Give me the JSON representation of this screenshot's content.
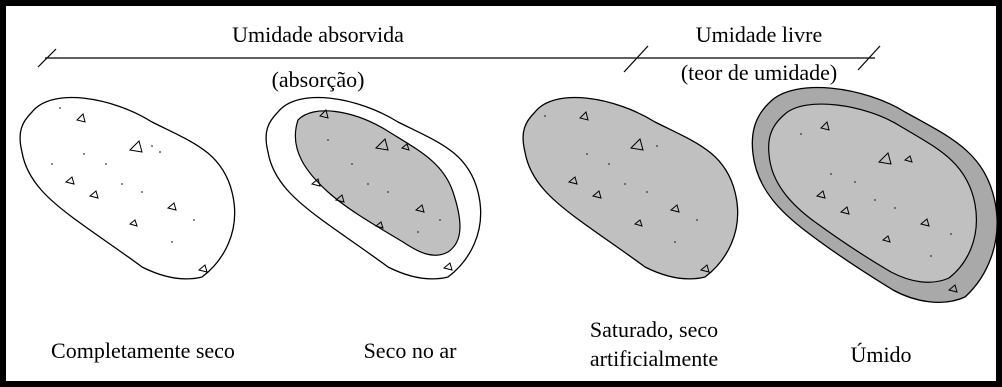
{
  "header": {
    "absorbed": "Umidade absorvida",
    "absorbed_sub": "(absorção)",
    "free": "Umidade livre",
    "free_sub": "(teor de umidade)"
  },
  "states": [
    {
      "label_line1": "Completamente seco",
      "label_line2": "",
      "fill": "#ffffff",
      "inner_fill": "none"
    },
    {
      "label_line1": "Seco no ar",
      "label_line2": "",
      "fill": "#ffffff",
      "inner_fill": "#c0c0c0"
    },
    {
      "label_line1": "Saturado, seco",
      "label_line2": "artificialmente",
      "fill": "#c0c0c0",
      "inner_fill": "none"
    },
    {
      "label_line1": "Úmido",
      "label_line2": "",
      "fill": "#a9a9a9",
      "inner_fill": "#c0c0c0"
    }
  ],
  "colors": {
    "frame": "#000000",
    "wet_gray": "#c0c0c0",
    "film_gray": "#a9a9a9"
  }
}
